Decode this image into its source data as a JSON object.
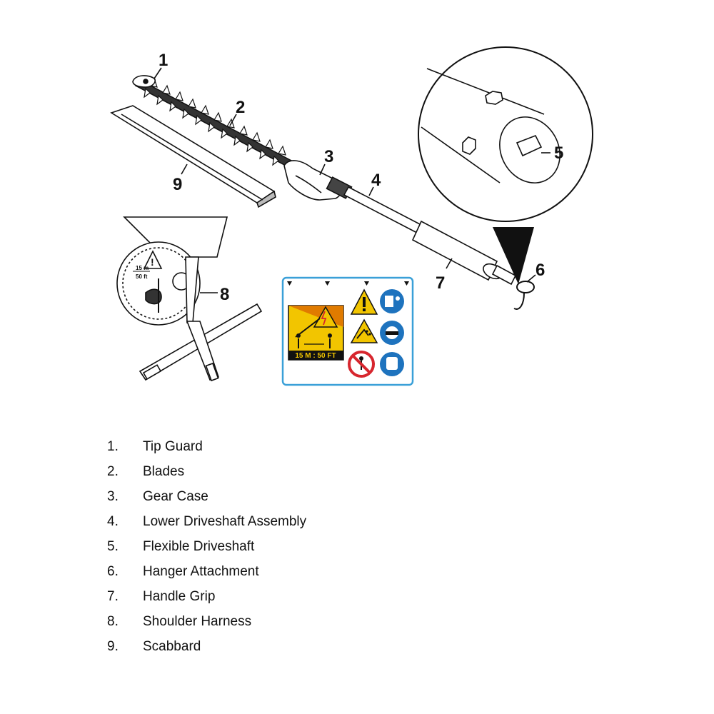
{
  "callouts": [
    "1",
    "2",
    "3",
    "4",
    "5",
    "6",
    "7",
    "8",
    "9"
  ],
  "decal": {
    "sign_15m": "15 m",
    "sign_50ft": "50 ft",
    "distance_banner": "15 M : 50 FT"
  },
  "legend": [
    {
      "num": "1.",
      "label": "Tip Guard"
    },
    {
      "num": "2.",
      "label": "Blades"
    },
    {
      "num": "3.",
      "label": "Gear Case"
    },
    {
      "num": "4.",
      "label": "Lower Driveshaft Assembly"
    },
    {
      "num": "5.",
      "label": "Flexible Driveshaft"
    },
    {
      "num": "6.",
      "label": "Hanger Attachment"
    },
    {
      "num": "7.",
      "label": "Handle Grip"
    },
    {
      "num": "8.",
      "label": "Shoulder Harness"
    },
    {
      "num": "9.",
      "label": "Scabbard"
    }
  ],
  "colors": {
    "decal_border": "#3aa0d8",
    "warning_yellow": "#f2c500",
    "mandatory_blue": "#1e73be",
    "prohibit_red": "#d7262e"
  }
}
